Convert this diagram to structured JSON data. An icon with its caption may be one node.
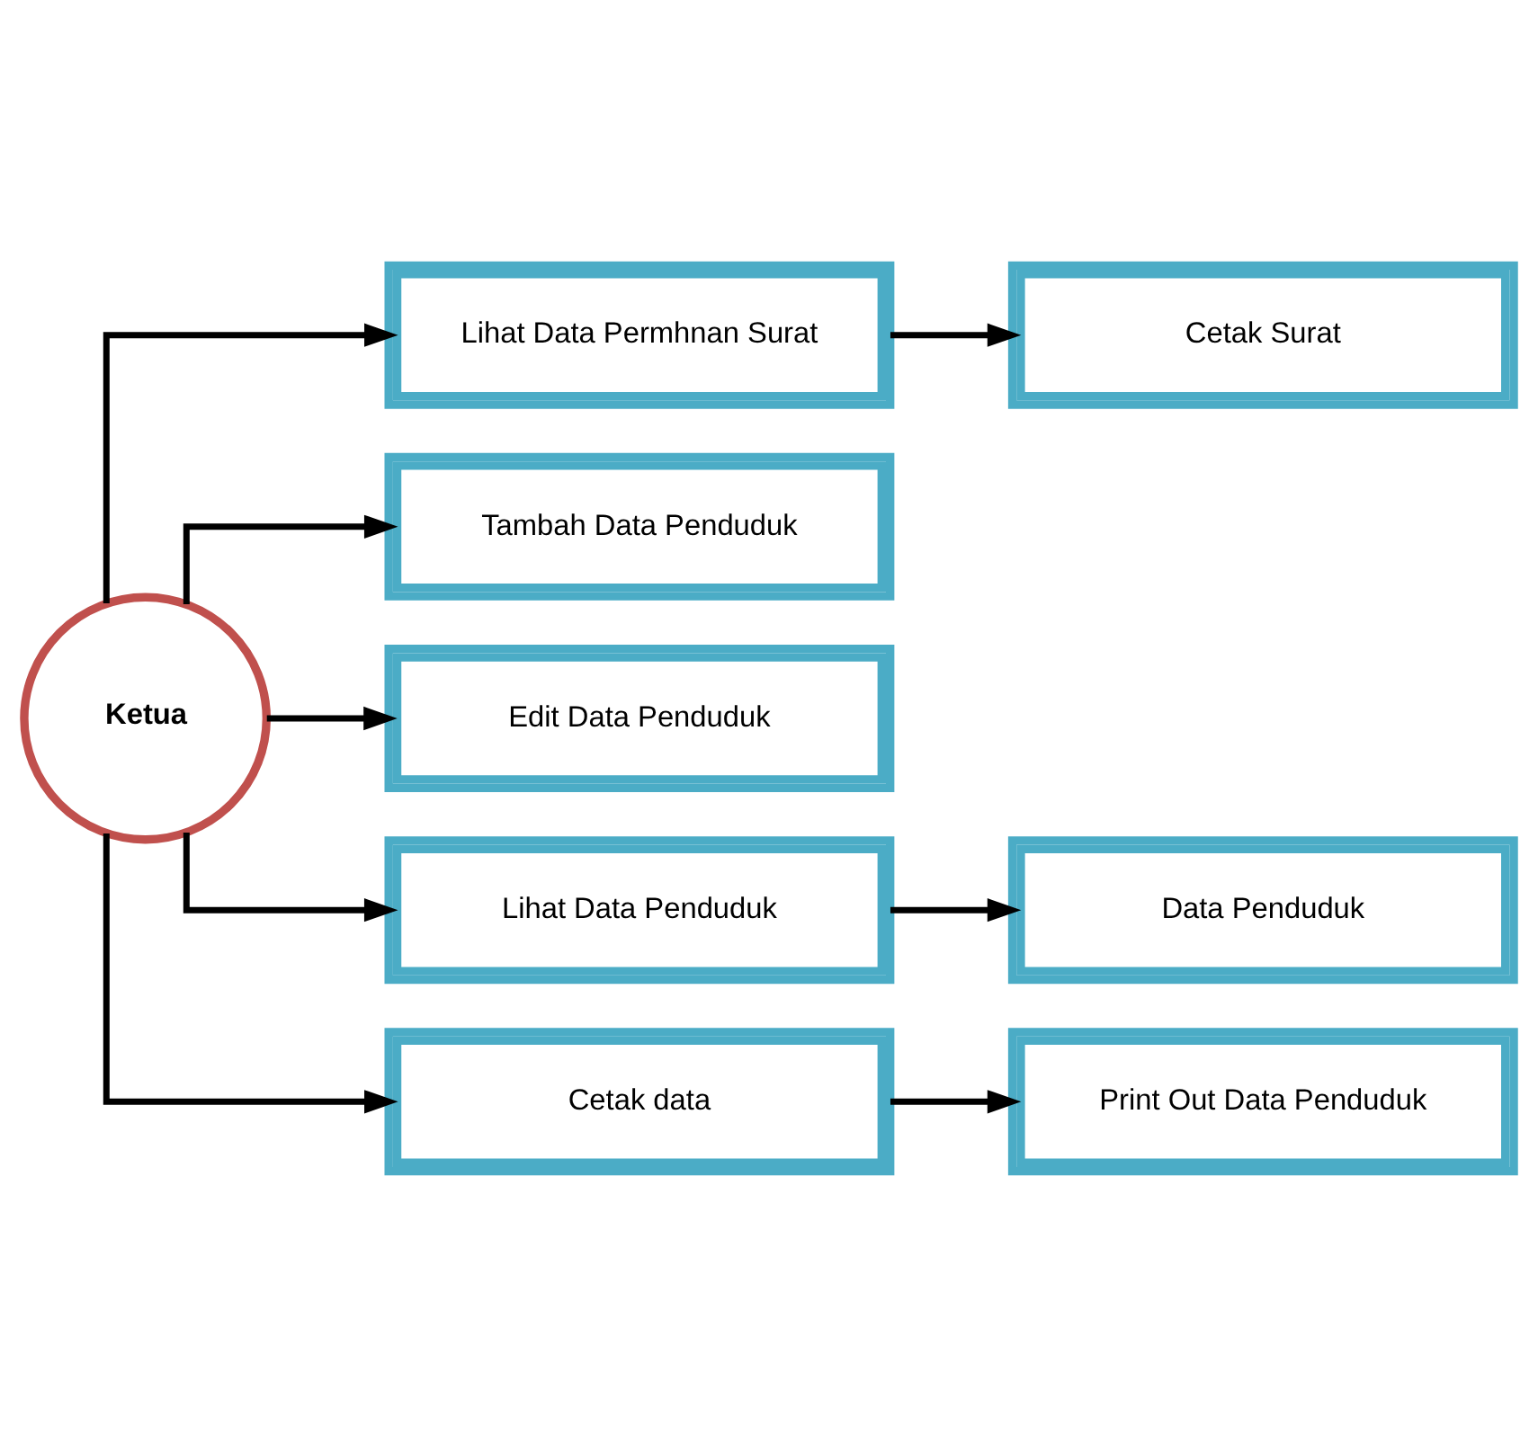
{
  "diagram": {
    "nodes": [
      {
        "text": [
          "Ketua"
        ]
      },
      {
        "text": [
          "Lihat Data Permhnan Surat"
        ]
      },
      {
        "text": [
          "Cetak Surat"
        ]
      },
      {
        "text": [
          "Tambah Data Penduduk"
        ]
      },
      {
        "text": [
          "Edit Data Penduduk"
        ]
      },
      {
        "text": [
          "Lihat Data Penduduk"
        ]
      },
      {
        "text": [
          "Data Penduduk"
        ]
      },
      {
        "text": [
          "Cetak data"
        ]
      },
      {
        "text": [
          "Print Out Data Penduduk"
        ]
      }
    ],
    "edges": [
      {
        "from": 0,
        "to": 1,
        "arrow": "to"
      },
      {
        "from": 0,
        "to": 3,
        "arrow": "to"
      },
      {
        "from": 0,
        "to": 4,
        "arrow": "to"
      },
      {
        "from": 0,
        "to": 5,
        "arrow": "to"
      },
      {
        "from": 0,
        "to": 7,
        "arrow": "to"
      },
      {
        "from": 1,
        "to": 2,
        "arrow": "to"
      },
      {
        "from": 5,
        "to": 6,
        "arrow": "to"
      },
      {
        "from": 7,
        "to": 8,
        "arrow": "to"
      }
    ]
  }
}
